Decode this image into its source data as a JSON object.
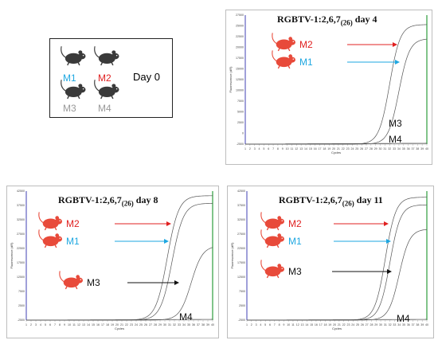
{
  "legend": {
    "day_label": "Day 0",
    "mice": [
      {
        "label": "M1",
        "color": "#1ea7e1"
      },
      {
        "label": "M2",
        "color": "#e02020"
      },
      {
        "label": "M3",
        "color": "#999999"
      },
      {
        "label": "M4",
        "color": "#999999"
      }
    ]
  },
  "chart_data": [
    {
      "type": "line",
      "title_main": "RGBTV-1:2,6,7",
      "title_sub": "(26)",
      "title_day": " day 4",
      "xlabel": "Cycles",
      "ylabel": "Fluorescence (dR)",
      "xlim": [
        1,
        40
      ],
      "ylim": [
        0,
        27500
      ],
      "x_ticks": [
        1,
        2,
        3,
        4,
        5,
        6,
        7,
        8,
        9,
        10,
        11,
        12,
        13,
        14,
        15,
        16,
        17,
        18,
        19,
        20,
        21,
        22,
        23,
        24,
        25,
        26,
        27,
        28,
        29,
        30,
        31,
        32,
        33,
        34,
        35,
        36,
        37,
        38,
        39,
        40
      ],
      "y_ticks": [
        "-2500",
        "0",
        "2500",
        "5000",
        "7500",
        "10000",
        "12500",
        "15000",
        "17500",
        "20000",
        "22500",
        "25000",
        "27500"
      ],
      "series": [
        {
          "name": "M2",
          "color": "#e02020",
          "ct": 29.5,
          "plateau": 25500,
          "k": 0.4,
          "arrow": true
        },
        {
          "name": "M1",
          "color": "#1ea7e1",
          "ct": 31.5,
          "plateau": 22500,
          "k": 0.4,
          "arrow": true
        },
        {
          "name": "M3",
          "color": "#111111",
          "ct": null,
          "plateau": 0,
          "k": 0,
          "arrow": false
        },
        {
          "name": "M4",
          "color": "#111111",
          "ct": null,
          "plateau": 0,
          "k": 0,
          "arrow": false
        }
      ]
    },
    {
      "type": "line",
      "title_main": "RGBTV-1:2,6,7",
      "title_sub": "(26)",
      "title_day": " day 8",
      "xlabel": "Cycles",
      "ylabel": "Fluorescence (dR)",
      "xlim": [
        1,
        40
      ],
      "ylim": [
        0,
        42500
      ],
      "x_ticks": [
        1,
        2,
        3,
        4,
        5,
        6,
        7,
        8,
        9,
        10,
        11,
        12,
        13,
        14,
        15,
        16,
        17,
        18,
        19,
        20,
        21,
        22,
        23,
        24,
        25,
        26,
        27,
        28,
        29,
        30,
        31,
        32,
        33,
        34,
        35,
        36,
        37,
        38,
        39,
        40
      ],
      "y_ticks": [
        "-2500",
        "2500",
        "7500",
        "12500",
        "17500",
        "22500",
        "27500",
        "32500",
        "37500",
        "42500"
      ],
      "series": [
        {
          "name": "M2",
          "color": "#e02020",
          "ct": 28.0,
          "plateau": 41000,
          "k": 0.38,
          "arrow": true
        },
        {
          "name": "M1",
          "color": "#1ea7e1",
          "ct": 29.0,
          "plateau": 38500,
          "k": 0.38,
          "arrow": true
        },
        {
          "name": "M3",
          "color": "#111111",
          "ct": 33.0,
          "plateau": 24500,
          "k": 0.38,
          "arrow": true
        },
        {
          "name": "M4",
          "color": "#111111",
          "ct": null,
          "plateau": 0,
          "k": 0,
          "arrow": false
        }
      ]
    },
    {
      "type": "line",
      "title_main": "RGBTV-1:2,6,7",
      "title_sub": "(26)",
      "title_day": " day 11",
      "xlabel": "Cycles",
      "ylabel": "Fluorescence (dR)",
      "xlim": [
        1,
        40
      ],
      "ylim": [
        0,
        42500
      ],
      "x_ticks": [
        1,
        2,
        3,
        4,
        5,
        6,
        7,
        8,
        9,
        10,
        11,
        12,
        13,
        14,
        15,
        16,
        17,
        18,
        19,
        20,
        21,
        22,
        23,
        24,
        25,
        26,
        27,
        28,
        29,
        30,
        31,
        32,
        33,
        34,
        35,
        36,
        37,
        38,
        39,
        40
      ],
      "y_ticks": [
        "-2500",
        "2500",
        "7500",
        "12500",
        "17500",
        "22500",
        "27500",
        "32500",
        "37500",
        "42500"
      ],
      "series": [
        {
          "name": "M2",
          "color": "#e02020",
          "ct": 28.5,
          "plateau": 40500,
          "k": 0.4,
          "arrow": true
        },
        {
          "name": "M1",
          "color": "#1ea7e1",
          "ct": 29.5,
          "plateau": 38000,
          "k": 0.4,
          "arrow": true
        },
        {
          "name": "M3",
          "color": "#111111",
          "ct": 31.5,
          "plateau": 30000,
          "k": 0.4,
          "arrow": true
        },
        {
          "name": "M4",
          "color": "#111111",
          "ct": null,
          "plateau": 0,
          "k": 0,
          "arrow": false
        }
      ]
    }
  ]
}
